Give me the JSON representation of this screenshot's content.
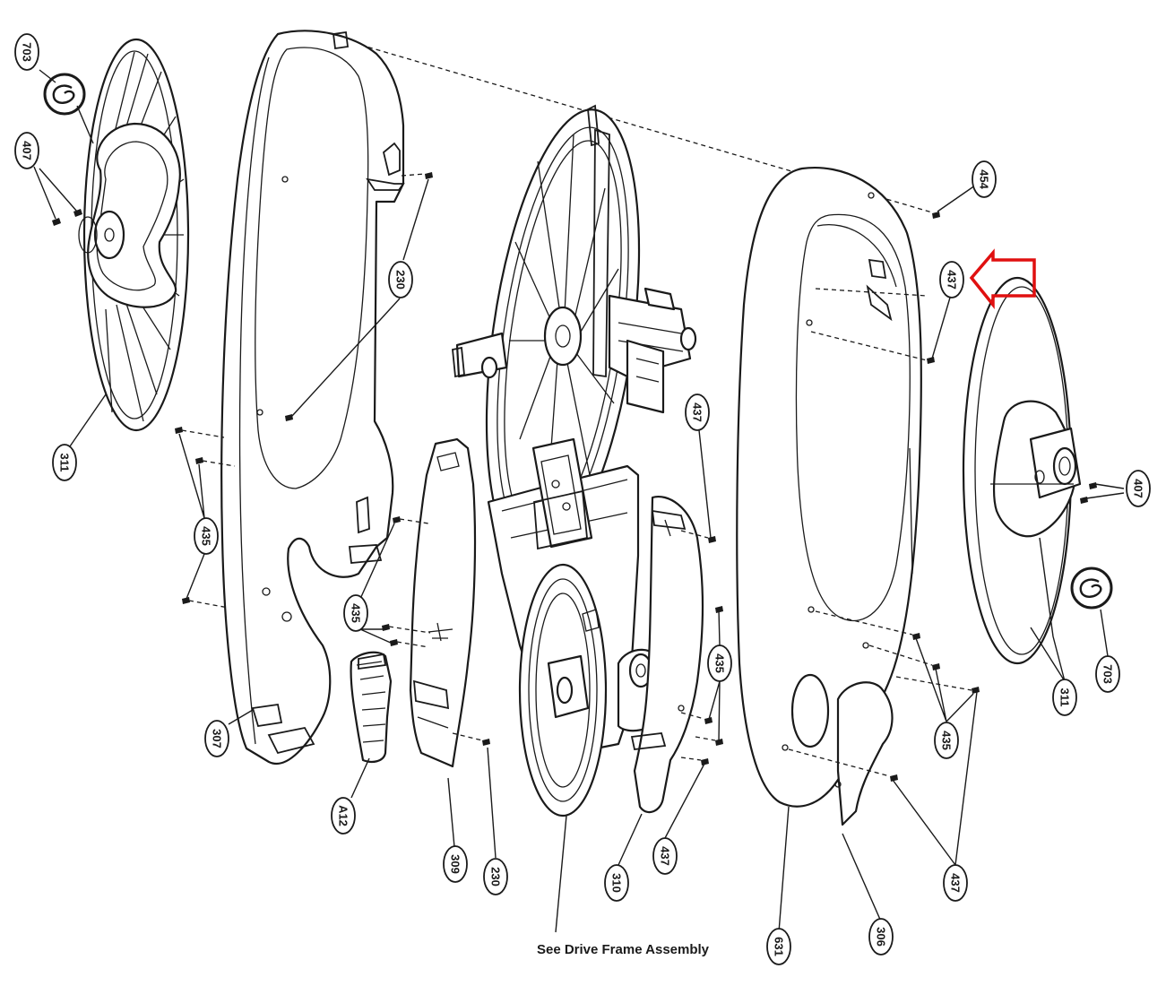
{
  "callouts": [
    {
      "id": "c-703-left",
      "text": "703"
    },
    {
      "id": "c-407-left",
      "text": "407"
    },
    {
      "id": "c-311-left",
      "text": "311"
    },
    {
      "id": "c-230-left",
      "text": "230"
    },
    {
      "id": "c-435-left",
      "text": "435"
    },
    {
      "id": "c-307",
      "text": "307"
    },
    {
      "id": "c-435-mid",
      "text": "435"
    },
    {
      "id": "c-a12",
      "text": "A12"
    },
    {
      "id": "c-309",
      "text": "309"
    },
    {
      "id": "c-230-bottom",
      "text": "230"
    },
    {
      "id": "c-310",
      "text": "310"
    },
    {
      "id": "c-437-mid-bottom",
      "text": "437"
    },
    {
      "id": "c-437-mid-top",
      "text": "437"
    },
    {
      "id": "c-435-mid-right",
      "text": "435"
    },
    {
      "id": "c-454",
      "text": "454"
    },
    {
      "id": "c-437-top-right",
      "text": "437"
    },
    {
      "id": "c-407-right",
      "text": "407"
    },
    {
      "id": "c-703-right",
      "text": "703"
    },
    {
      "id": "c-311-right",
      "text": "311"
    },
    {
      "id": "c-435-right",
      "text": "435"
    },
    {
      "id": "c-437-right-bottom",
      "text": "437"
    },
    {
      "id": "c-631",
      "text": "631"
    },
    {
      "id": "c-306",
      "text": "306"
    }
  ],
  "caption": "See Drive Frame Assembly",
  "colors": {
    "line": "#1a1a1a",
    "highlight_arrow": "#e01010",
    "background": "#ffffff"
  },
  "icons": {
    "logo": "swirl-logo-icon",
    "highlight": "red-arrow-icon"
  }
}
